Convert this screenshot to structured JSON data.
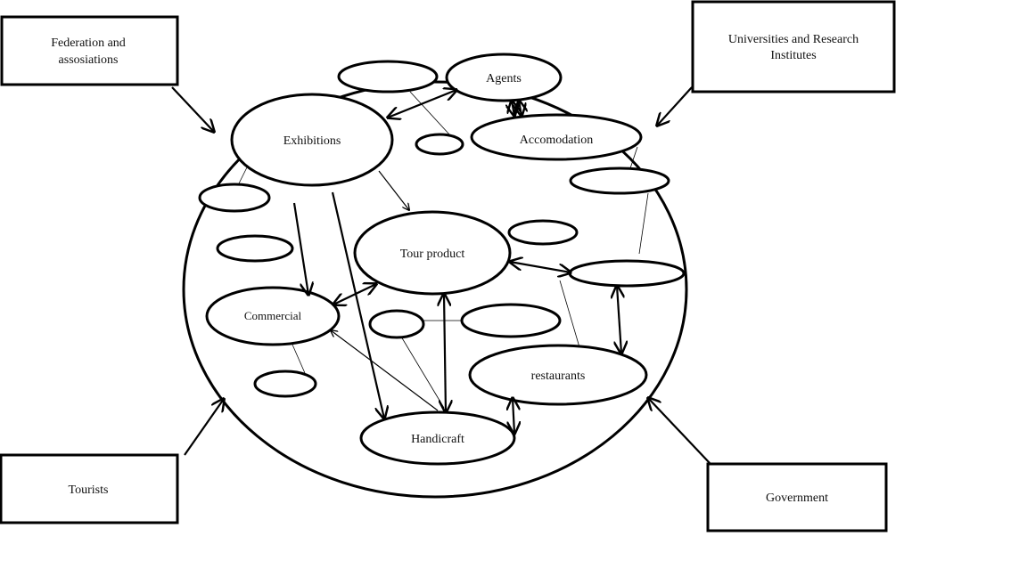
{
  "external": {
    "federation": [
      "Federation and",
      "assosiations"
    ],
    "universities": [
      "Universities and Research",
      "Institutes"
    ],
    "tourists": "Tourists",
    "government": "Government"
  },
  "nodes": {
    "agents": "Agents",
    "exhibitions": "Exhibitions",
    "accomodation": "Accomodation",
    "tour_product": "Tour product",
    "commercial": "Commercial",
    "restaurants": "restaurants",
    "handicraft": "Handicraft"
  }
}
